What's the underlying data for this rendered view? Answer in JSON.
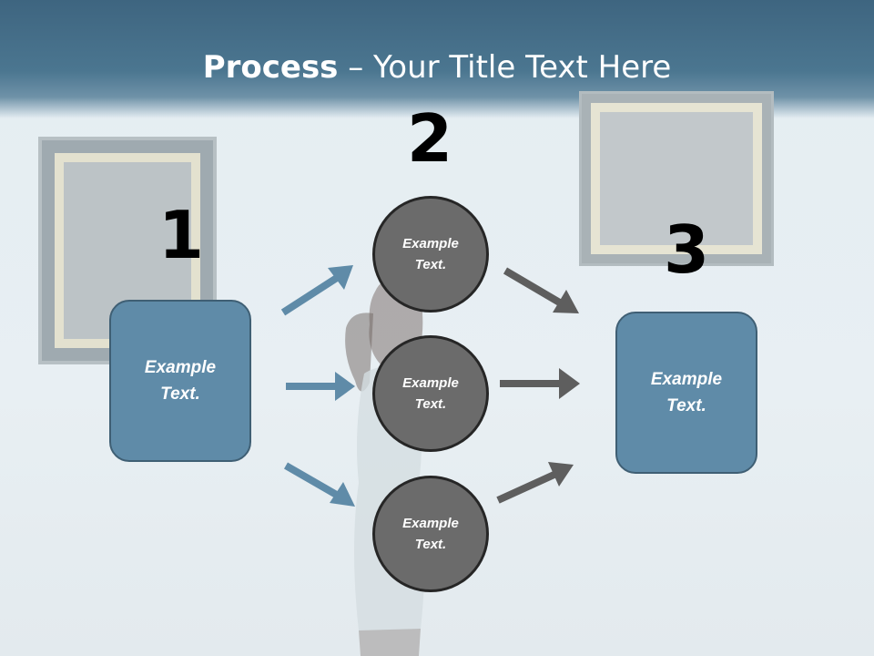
{
  "slide": {
    "title_strong": "Process",
    "title_rest": " – Your Title Text Here"
  },
  "steps": {
    "one": {
      "number": "1",
      "box_text": "Example Text."
    },
    "two": {
      "number": "2",
      "circles": [
        {
          "text": "Example Text."
        },
        {
          "text": "Example Text."
        },
        {
          "text": "Example Text."
        }
      ]
    },
    "three": {
      "number": "3",
      "box_text": "Example Text."
    }
  },
  "colors": {
    "header": "#4b7690",
    "box_fill": "#5f8ba8",
    "circle_fill": "#6b6b6b",
    "blue_arrow": "#5f8ba8",
    "gray_arrow": "#5e5e5e"
  },
  "icons": {
    "blue_arrows": "arrow-right-icon",
    "gray_arrows": "arrow-right-icon"
  }
}
